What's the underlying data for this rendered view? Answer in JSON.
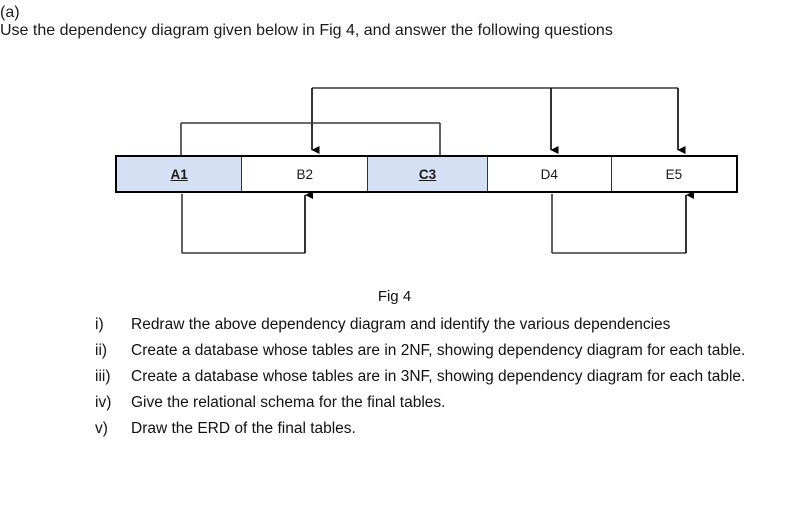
{
  "question": {
    "label": "(a)",
    "text": "Use the dependency diagram given below in Fig 4, and answer the following questions"
  },
  "diagram": {
    "caption": "Fig 4",
    "key_color": "#d6e0f5",
    "line_color": "#3a3a3a",
    "border_color": "#000000",
    "attributes": [
      {
        "name": "A1",
        "is_key": true
      },
      {
        "name": "B2",
        "is_key": false
      },
      {
        "name": "C3",
        "is_key": true
      },
      {
        "name": "D4",
        "is_key": false
      },
      {
        "name": "E5",
        "is_key": false
      }
    ],
    "dependencies": [
      {
        "from": "A1",
        "to": "B2",
        "side": "top",
        "level": "inner"
      },
      {
        "from": "A1+C3",
        "to": "B2",
        "side": "top",
        "level": "inner"
      },
      {
        "from": "B2",
        "to": "D4",
        "side": "top",
        "level": "outer"
      },
      {
        "from": "B2",
        "to": "E5",
        "side": "top",
        "level": "outer"
      },
      {
        "from": "A1",
        "to": "B2",
        "side": "bottom",
        "level": "loop-left"
      },
      {
        "from": "D4",
        "to": "E5",
        "side": "bottom",
        "level": "loop-right"
      }
    ]
  },
  "subquestions": [
    {
      "marker": "i)",
      "text": "Redraw the above dependency diagram and identify the various dependencies"
    },
    {
      "marker": "ii)",
      "text": "Create a database whose tables are in 2NF, showing dependency diagram for each table."
    },
    {
      "marker": "iii)",
      "text": "Create a database whose tables are in 3NF, showing dependency diagram for each table."
    },
    {
      "marker": "iv)",
      "text": "Give the relational schema for the final tables."
    },
    {
      "marker": "v)",
      "text": "Draw the ERD of the final tables."
    }
  ]
}
